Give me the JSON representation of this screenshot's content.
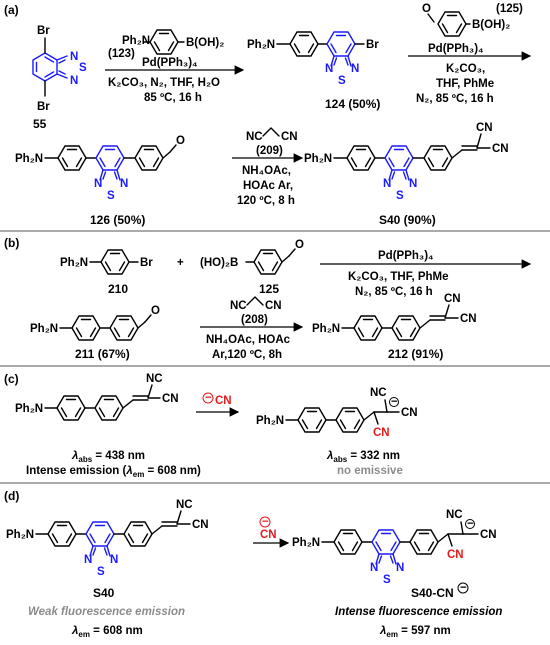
{
  "panels": {
    "a": {
      "label": "(a)",
      "sm_55": {
        "top_sub": "Br",
        "bottom_sub": "Br",
        "het_s": "S",
        "het_n1": "N",
        "het_n2": "N",
        "id": "55"
      },
      "reagent_123": {
        "amine": "Ph₂N",
        "boronic": "B(OH)₂",
        "id": "(123)"
      },
      "step1": {
        "cat": "Pd(PPh₃)₄",
        "cond1": "K₂CO₃, N₂, THF, H₂O",
        "cond2": "85 ºC, 16 h"
      },
      "p124": {
        "amine": "Ph₂N",
        "br": "Br",
        "s": "S",
        "n1": "N",
        "n2": "N",
        "id": "124 (50%)"
      },
      "reagent_125": {
        "id": "(125)",
        "boronic": "B(OH)₂",
        "o": "O"
      },
      "step2": {
        "cat": "Pd(PPh₃)₄",
        "cond1": "K₂CO₃,",
        "cond2": "THF, PhMe",
        "cond3": "N₂, 85 ºC, 16 h"
      },
      "p126": {
        "amine": "Ph₂N",
        "o": "O",
        "s": "S",
        "n1": "N",
        "n2": "N",
        "id": "126 (50%)"
      },
      "step3": {
        "nc": "NC",
        "cn": "CN",
        "id": "(209)",
        "cond1": "NH₄OAc,",
        "cond2": "HOAc Ar,",
        "cond3": "120 ºC, 8 h"
      },
      "pS40": {
        "amine": "Ph₂N",
        "cn1": "CN",
        "cn2": "CN",
        "s": "S",
        "n1": "N",
        "n2": "N",
        "id": "S40 (90%)"
      }
    },
    "b": {
      "label": "(b)",
      "sm_210": {
        "amine": "Ph₂N",
        "br": "Br",
        "id": "210"
      },
      "plus": "+",
      "sm_125": {
        "boronic": "(HO)₂B",
        "o": "O",
        "id": "125"
      },
      "step1": {
        "cat": "Pd(PPh₃)₄",
        "cond1": "K₂CO₃, THF, PhMe",
        "cond2": "N₂, 85 ºC, 16 h"
      },
      "p211": {
        "amine": "Ph₂N",
        "o": "O",
        "id": "211 (67%)"
      },
      "step2": {
        "nc": "NC",
        "cn": "CN",
        "id": "(208)",
        "cond1": "NH₄OAc, HOAc",
        "cond2": "Ar,120 ºC, 8h"
      },
      "p212": {
        "amine": "Ph₂N",
        "cn1": "CN",
        "cn2": "CN",
        "id": "212 (91%)"
      }
    },
    "c": {
      "label": "(c)",
      "left": {
        "amine": "Ph₂N",
        "cn1": "NC",
        "cn2": "CN",
        "abs_sym": "λ",
        "abs_sub": "abs",
        "abs_val": " = 438 nm",
        "em_text": "Intense emission (",
        "em_sym": "λ",
        "em_sub": "em",
        "em_val": " = 608 nm)"
      },
      "reagent": {
        "charge": "−",
        "ion": "CN"
      },
      "right": {
        "amine": "Ph₂N",
        "nc": "NC",
        "cn": "CN",
        "cn_red": "CN",
        "charge": "−",
        "abs_sym": "λ",
        "abs_sub": "abs",
        "abs_val": " = 332 nm",
        "note": "no emissive"
      }
    },
    "d": {
      "label": "(d)",
      "left": {
        "amine": "Ph₂N",
        "nc": "NC",
        "cn": "CN",
        "s": "S",
        "n1": "N",
        "n2": "N",
        "id": "S40",
        "note": "Weak fluorescence emission",
        "em_sym": "λ",
        "em_sub": "em",
        "em_val": " = 608 nm"
      },
      "reagent": {
        "charge": "−",
        "ion": "CN"
      },
      "right": {
        "amine": "Ph₂N",
        "nc": "NC",
        "cn": "CN",
        "cn_red": "CN",
        "charge": "−",
        "s": "S",
        "n1": "N",
        "n2": "N",
        "id": "S40-CN",
        "id_charge": "−",
        "note": "Intense fluorescence emission",
        "em_sym": "λ",
        "em_sub": "em",
        "em_val": " = 597 nm"
      }
    }
  },
  "colors": {
    "benzothiadiazole": "#1a1aff",
    "cyanide": "#e41a1c",
    "note_grey": "#8c8c8c",
    "divider": "#555555"
  }
}
